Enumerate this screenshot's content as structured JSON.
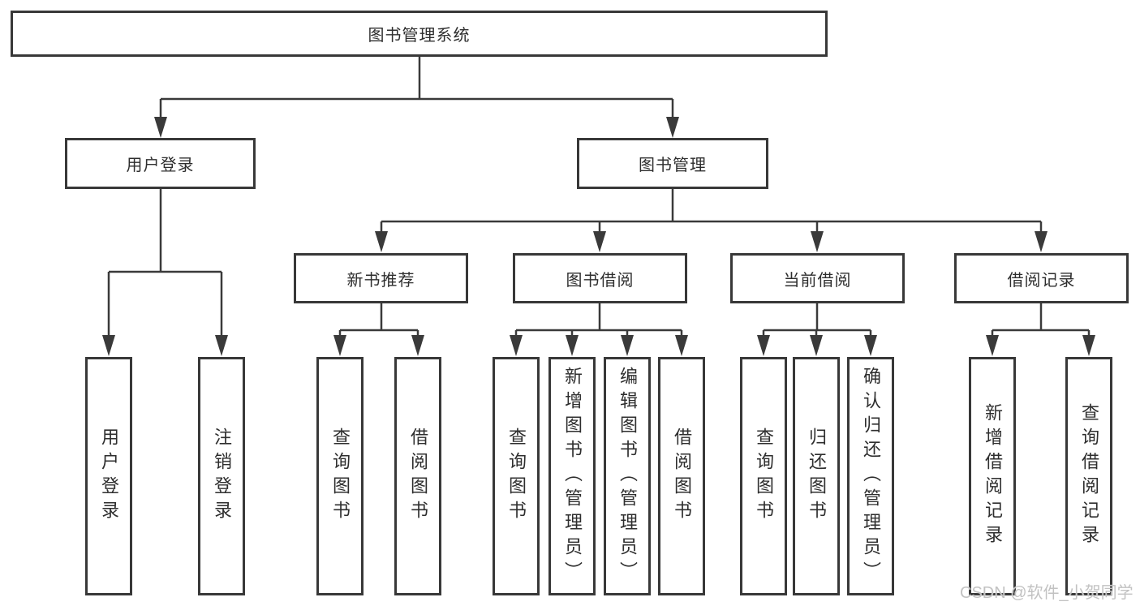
{
  "tree": {
    "root": {
      "label": "图书管理系统"
    },
    "children": [
      {
        "label": "用户登录",
        "children": [
          {
            "label": "用户登录"
          },
          {
            "label": "注销登录"
          }
        ]
      },
      {
        "label": "图书管理",
        "children": [
          {
            "label": "新书推荐",
            "children": [
              {
                "label": "查询图书"
              },
              {
                "label": "借阅图书"
              }
            ]
          },
          {
            "label": "图书借阅",
            "children": [
              {
                "label": "查询图书"
              },
              {
                "label": "新增图书（管理员）"
              },
              {
                "label": "编辑图书（管理员）"
              },
              {
                "label": "借阅图书"
              }
            ]
          },
          {
            "label": "当前借阅",
            "children": [
              {
                "label": "查询图书"
              },
              {
                "label": "归还图书"
              },
              {
                "label": "确认归还（管理员）"
              }
            ]
          },
          {
            "label": "借阅记录",
            "children": [
              {
                "label": "新增借阅记录"
              },
              {
                "label": "查询借阅记录"
              }
            ]
          }
        ]
      }
    ]
  },
  "watermark": {
    "text": "CSDN @软件_小贺同学"
  },
  "colors": {
    "line": "#3a3a3a",
    "box_border": "#383838",
    "text": "#2e2e2e",
    "watermark": "#c2c2c2",
    "background": "#ffffff"
  }
}
